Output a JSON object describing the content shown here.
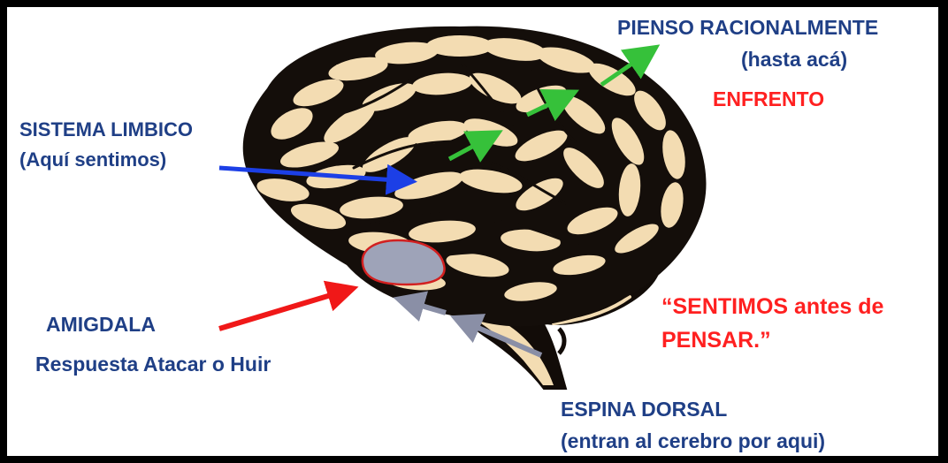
{
  "labels": {
    "pienso_title": "PIENSO RACIONALMENTE",
    "pienso_sub": "(hasta acá)",
    "enfrento": "ENFRENTO",
    "limbico_title": "SISTEMA LIMBICO",
    "limbico_sub": "(Aquí sentimos)",
    "amigdala_title": "AMIGDALA",
    "amigdala_sub": "Respuesta Atacar o Huir",
    "quote_line1": "“SENTIMOS antes de",
    "quote_line2": "PENSAR.”",
    "espina_title": "ESPINA DORSAL",
    "espina_sub": "(entran al cerebro por aqui)"
  },
  "colors": {
    "label_blue": "#1f3f86",
    "label_red": "#ff2020",
    "brain_fill": "#f3dcb2",
    "brain_outline": "#150f0a",
    "arrow_green": "#36c13a",
    "arrow_blue": "#1c3fe6",
    "arrow_red": "#f01818",
    "arrow_gray": "#8a8fa6",
    "amygdala_fill": "#9ea3b8",
    "amygdala_outline": "#d22020"
  }
}
